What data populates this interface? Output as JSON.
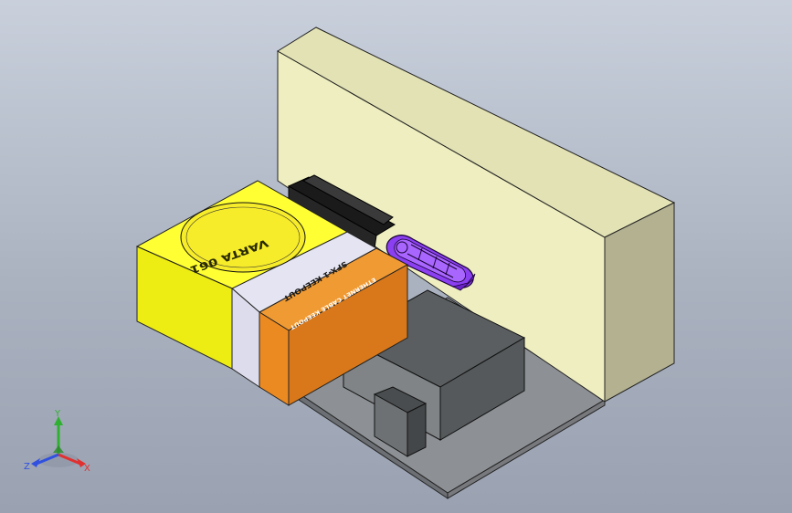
{
  "viewport": {
    "background_top": "#c9d0dc",
    "background_bottom": "#9aa2b2"
  },
  "labels": {
    "round_label": "VARTA 061",
    "white_strip_label": "SFX-1 KEEPOUT",
    "orange_strip_label": "ETHERNET CABLE KEEPOUT"
  },
  "colors": {
    "wall_front": "#eeeec0",
    "wall_side": "#b3b190",
    "wall_top": "#e2e2b4",
    "yellow_block": "#ffff1a",
    "keepout_white": "#dcdcec",
    "keepout_orange": "#ec8a22",
    "purple_part": "#8a3ff0",
    "gray_box": "#5a5e60",
    "base_plate": "#8d9094"
  },
  "triad": {
    "x_label": "X",
    "y_label": "Y",
    "z_label": "Z",
    "x_color": "#e03030",
    "y_color": "#30b030",
    "z_color": "#3050e0"
  }
}
